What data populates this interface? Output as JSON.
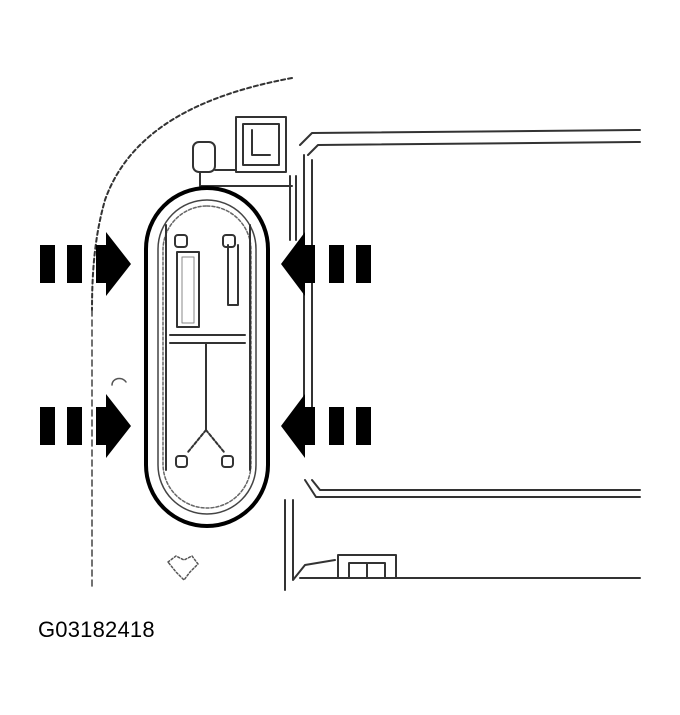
{
  "figure": {
    "id_label": "G03182418",
    "description": "Component removal illustration with four squeeze arrows pointing at an oval housing",
    "colors": {
      "line": "#000000",
      "light_line": "#555555",
      "background": "#ffffff"
    },
    "arrows": [
      {
        "position": "upper-left",
        "direction": "right"
      },
      {
        "position": "lower-left",
        "direction": "right"
      },
      {
        "position": "upper-right",
        "direction": "left"
      },
      {
        "position": "lower-right",
        "direction": "left"
      }
    ]
  }
}
